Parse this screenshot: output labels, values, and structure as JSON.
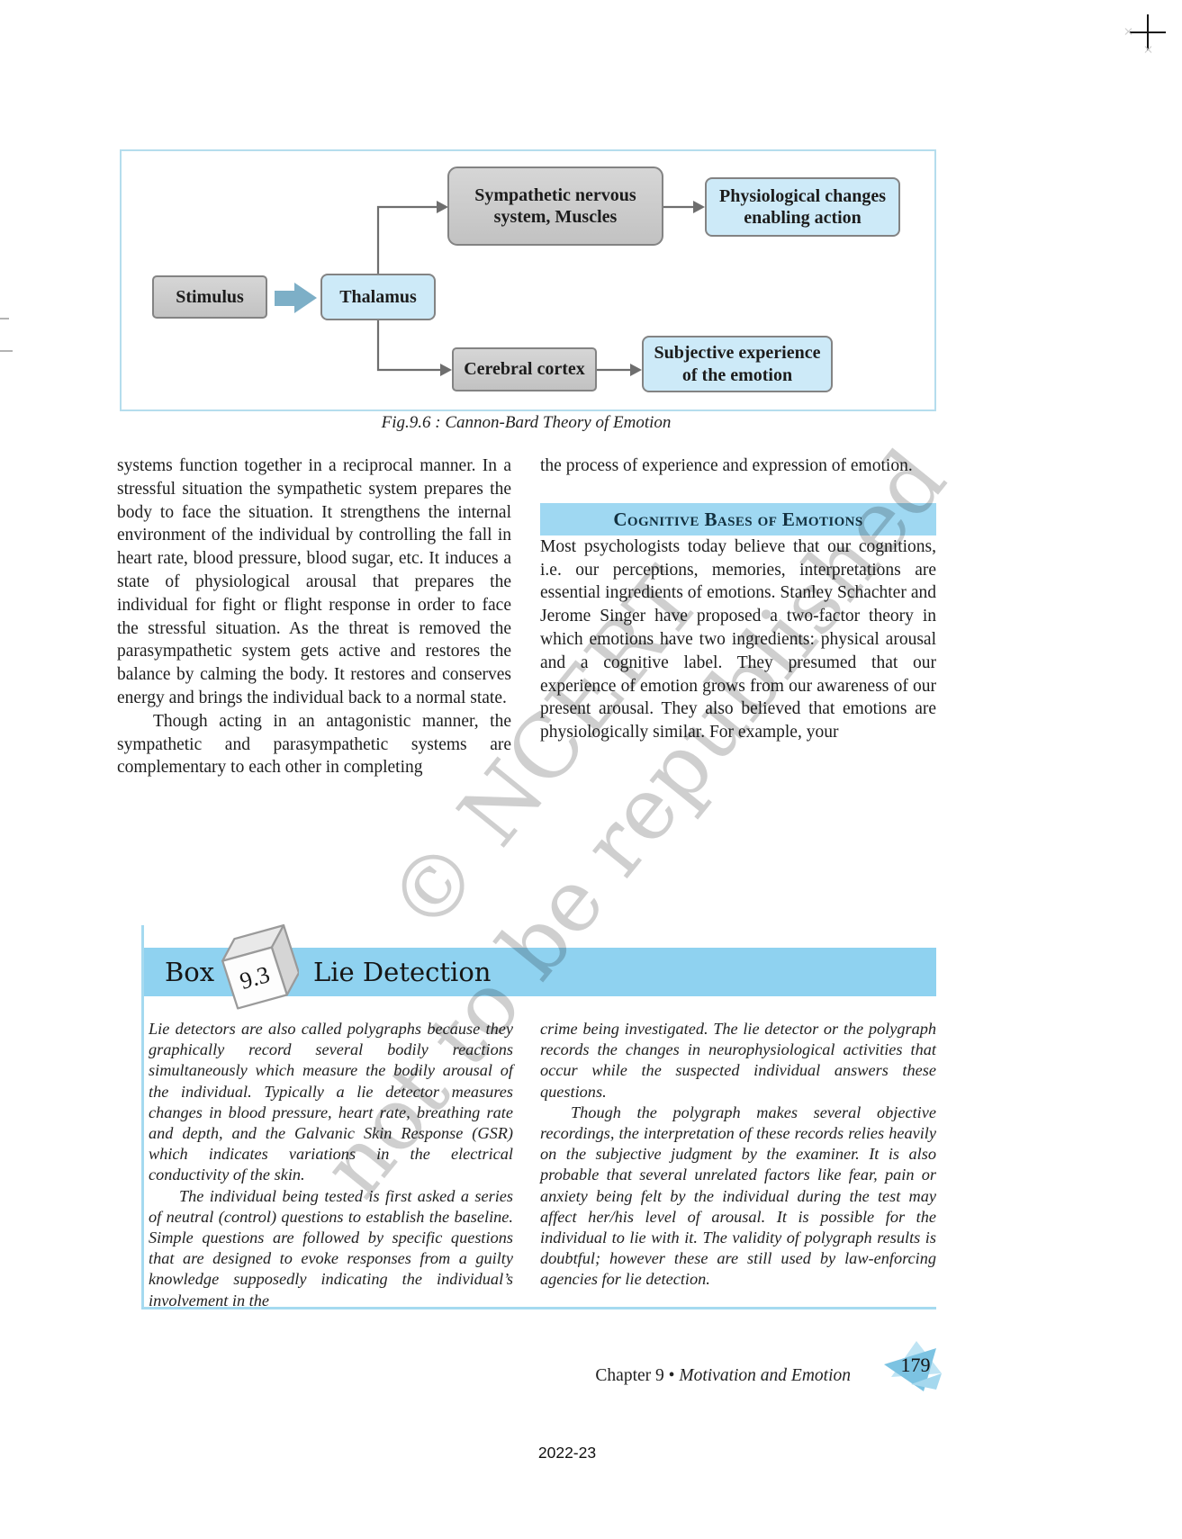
{
  "figure": {
    "caption": "Fig.9.6 : Cannon-Bard Theory of Emotion",
    "nodes": {
      "stimulus": "Stimulus",
      "thalamus": "Thalamus",
      "sympathetic": "Sympathetic nervous system, Muscles",
      "physiological": "Physiological changes enabling action",
      "cerebral": "Cerebral cortex",
      "subjective": "Subjective experience of the emotion"
    }
  },
  "body": {
    "left_para_1": "systems function together in a reciprocal manner. In a stressful situation the sympathetic system prepares the body to face the situation. It strengthens the internal environment of the individual by controlling the fall in heart rate, blood pressure, blood sugar, etc. It induces a state of physiological arousal that prepares the individual for fight or flight response in order to face the stressful situation. As the threat is removed the parasympathetic system gets active and restores the balance by calming the body. It restores and conserves energy and brings the individual back to a normal state.",
    "left_para_2": "Though acting in an antagonistic manner, the sympathetic and parasympathetic systems are complementary to each other in completing",
    "right_para_1": "the process of experience and expression of emotion.",
    "section_heading": "Cognitive Bases of Emotions",
    "right_para_2": "Most psychologists today believe that our cognitions, i.e. our perceptions, memories, interpretations are essential ingredients of emotions. Stanley Schachter and Jerome Singer have proposed a two-factor theory in which emotions have two ingredients: physical arousal and a cognitive label. They presumed that our experience of emotion grows from our awareness of our present arousal. They also believed that emotions are physiologically similar. For example, your"
  },
  "box": {
    "label": "Box",
    "number": "9.3",
    "title": "Lie Detection",
    "left_para_1": "Lie detectors are also called polygraphs because they graphically record several bodily reactions simultaneously which measure the bodily arousal of the individual. Typically a lie detector measures changes in blood pressure, heart rate, breathing rate and depth, and the Galvanic Skin Response (GSR) which indicates variations in the electrical conductivity of the skin.",
    "left_para_2": "The individual being tested is first asked a series of neutral (control) questions to establish the baseline. Simple questions are followed by specific questions that are designed to evoke responses from a guilty knowledge supposedly indicating the individual’s involvement in the",
    "right_para_1": "crime being investigated. The lie detector or the polygraph records the changes in neurophysiological activities that occur while the suspected individual answers these questions.",
    "right_para_2": "Though the polygraph makes several objective recordings, the interpretation of these records relies heavily on the subjective judgment by the examiner. It is also probable that several unrelated factors like fear, pain or anxiety being felt by the individual during the test may affect her/his level of arousal. It is possible for the individual to lie with it. The validity of polygraph results is doubtful; however these are still used by law-enforcing agencies for lie detection."
  },
  "footer": {
    "chapter": "Chapter 9",
    "separator": "•",
    "book_title": "Motivation and Emotion",
    "page_number": "179",
    "year": "2022-23"
  },
  "watermark": {
    "line1": "© NCERT",
    "line2": "not to be republished"
  },
  "colors": {
    "band_blue": "#9fd8f2",
    "box_header_blue": "#8fd2f0",
    "figure_border_blue": "#b5dded",
    "node_blue": "#cdeaf8",
    "node_gray": "#cbcbcb",
    "block_arrow_blue": "#7dafc7",
    "page_badge_blue": "#7cc3e2",
    "connector_gray": "#6e6e6e"
  }
}
